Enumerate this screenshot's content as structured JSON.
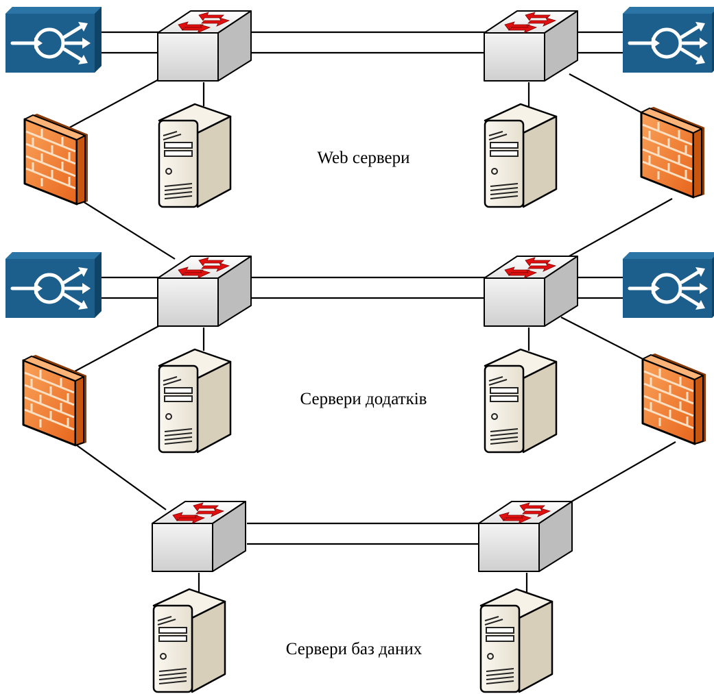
{
  "tiers": [
    {
      "label": "Web сервери"
    },
    {
      "label": "Сервери додатків"
    },
    {
      "label": "Сервери баз даних"
    }
  ],
  "icons": {
    "switch": "network-switch-icon",
    "load_balancer": "load-balancer-icon",
    "firewall": "firewall-icon",
    "server": "server-tower-icon"
  },
  "colors": {
    "load_balancer": "#1c5e8c",
    "firewall": "#f07a2a",
    "switch_arrow": "#e01010",
    "server_body": "#efe9dc",
    "link": "#000000"
  }
}
